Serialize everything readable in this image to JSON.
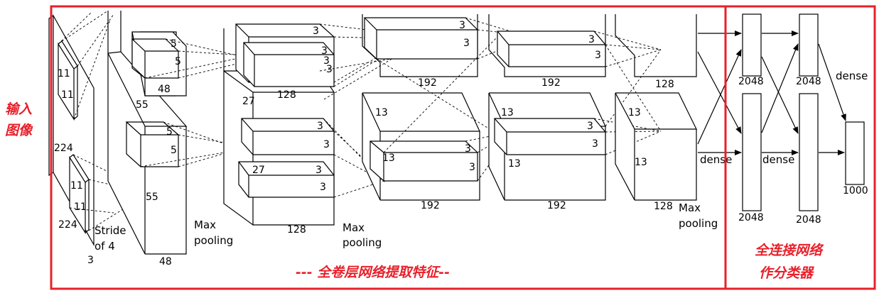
{
  "annotations": {
    "input_image": [
      "输入",
      "图像"
    ],
    "feature_section": "--- 全卷层网络提取特征--",
    "classifier_section": [
      "全连接网络",
      "作分类器"
    ]
  },
  "input_layer": {
    "size": "224",
    "size_bottom": "224",
    "channels": "3",
    "kernel_h": "11",
    "kernel_w": "11",
    "kernel_h2": "11",
    "kernel_w2": "11",
    "stride": [
      "Stride",
      "of 4"
    ]
  },
  "conv1": {
    "size": "55",
    "size2": "55",
    "depth_top": "48",
    "depth_bottom": "48",
    "kernel_top": [
      "5",
      "5"
    ],
    "kernel_bottom": [
      "5",
      "5"
    ]
  },
  "pool1": {
    "label": [
      "Max",
      "pooling"
    ]
  },
  "conv2": {
    "size": "27",
    "size2": "27",
    "depth_top": "128",
    "depth_bottom": "128",
    "kernel_top": [
      "3",
      "3",
      "3",
      "3"
    ],
    "kernel_bottom": [
      "3",
      "3",
      "3",
      "3"
    ]
  },
  "pool2": {
    "label": [
      "Max",
      "pooling"
    ]
  },
  "conv3": {
    "size": "13",
    "size2": "13",
    "depth_top": "192",
    "depth_bottom": "192",
    "kernel_top": [
      "3",
      "3"
    ],
    "kernel_bottom": [
      "3",
      "3"
    ]
  },
  "conv4": {
    "size": "13",
    "size2": "13",
    "depth_top": "192",
    "depth_bottom": "192",
    "kernel_top": [
      "3",
      "3"
    ],
    "kernel_bottom": [
      "3",
      "3"
    ]
  },
  "conv5": {
    "size": "13",
    "size2": "13",
    "depth_top": "128",
    "depth_bottom": "128"
  },
  "pool3": {
    "label": [
      "Max",
      "pooling"
    ]
  },
  "fc": {
    "dense_labels": [
      "dense",
      "dense",
      "dense"
    ],
    "fc6_top": "2048",
    "fc6_bottom": "2048",
    "fc7_top": "2048",
    "fc7_bottom": "2048",
    "output": "1000"
  }
}
